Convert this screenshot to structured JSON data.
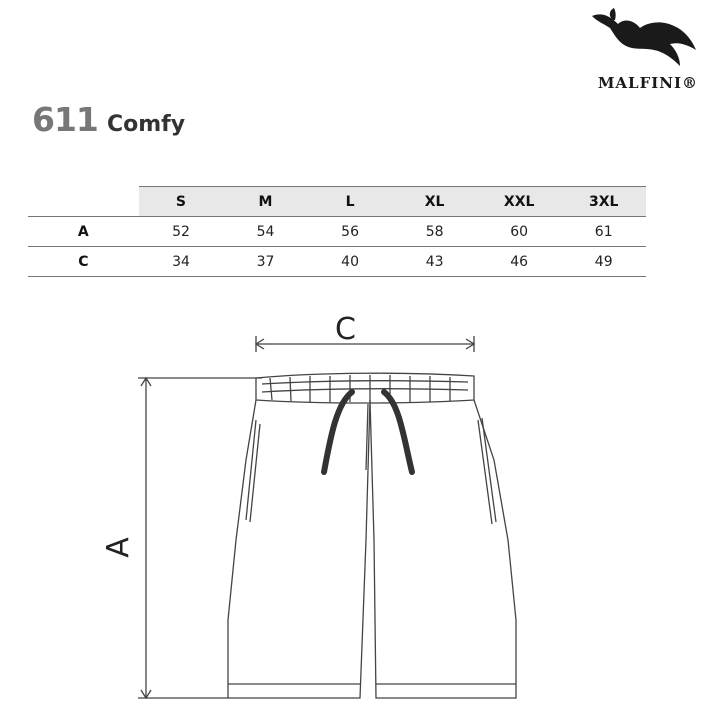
{
  "brand": {
    "name": "MALFINI®"
  },
  "product": {
    "code": "611",
    "name": "Comfy"
  },
  "table": {
    "sizes": [
      "S",
      "M",
      "L",
      "XL",
      "XXL",
      "3XL"
    ],
    "rows": [
      {
        "label": "A",
        "values": [
          "52",
          "54",
          "56",
          "58",
          "60",
          "61"
        ]
      },
      {
        "label": "C",
        "values": [
          "34",
          "37",
          "40",
          "43",
          "46",
          "49"
        ]
      }
    ]
  },
  "diagram": {
    "label_c": "C",
    "label_a": "A"
  },
  "icons": {
    "logo": "eagle-icon"
  },
  "colors": {
    "header_bg": "#e8e8e8",
    "title_code": "#777777",
    "line": "#444444"
  }
}
